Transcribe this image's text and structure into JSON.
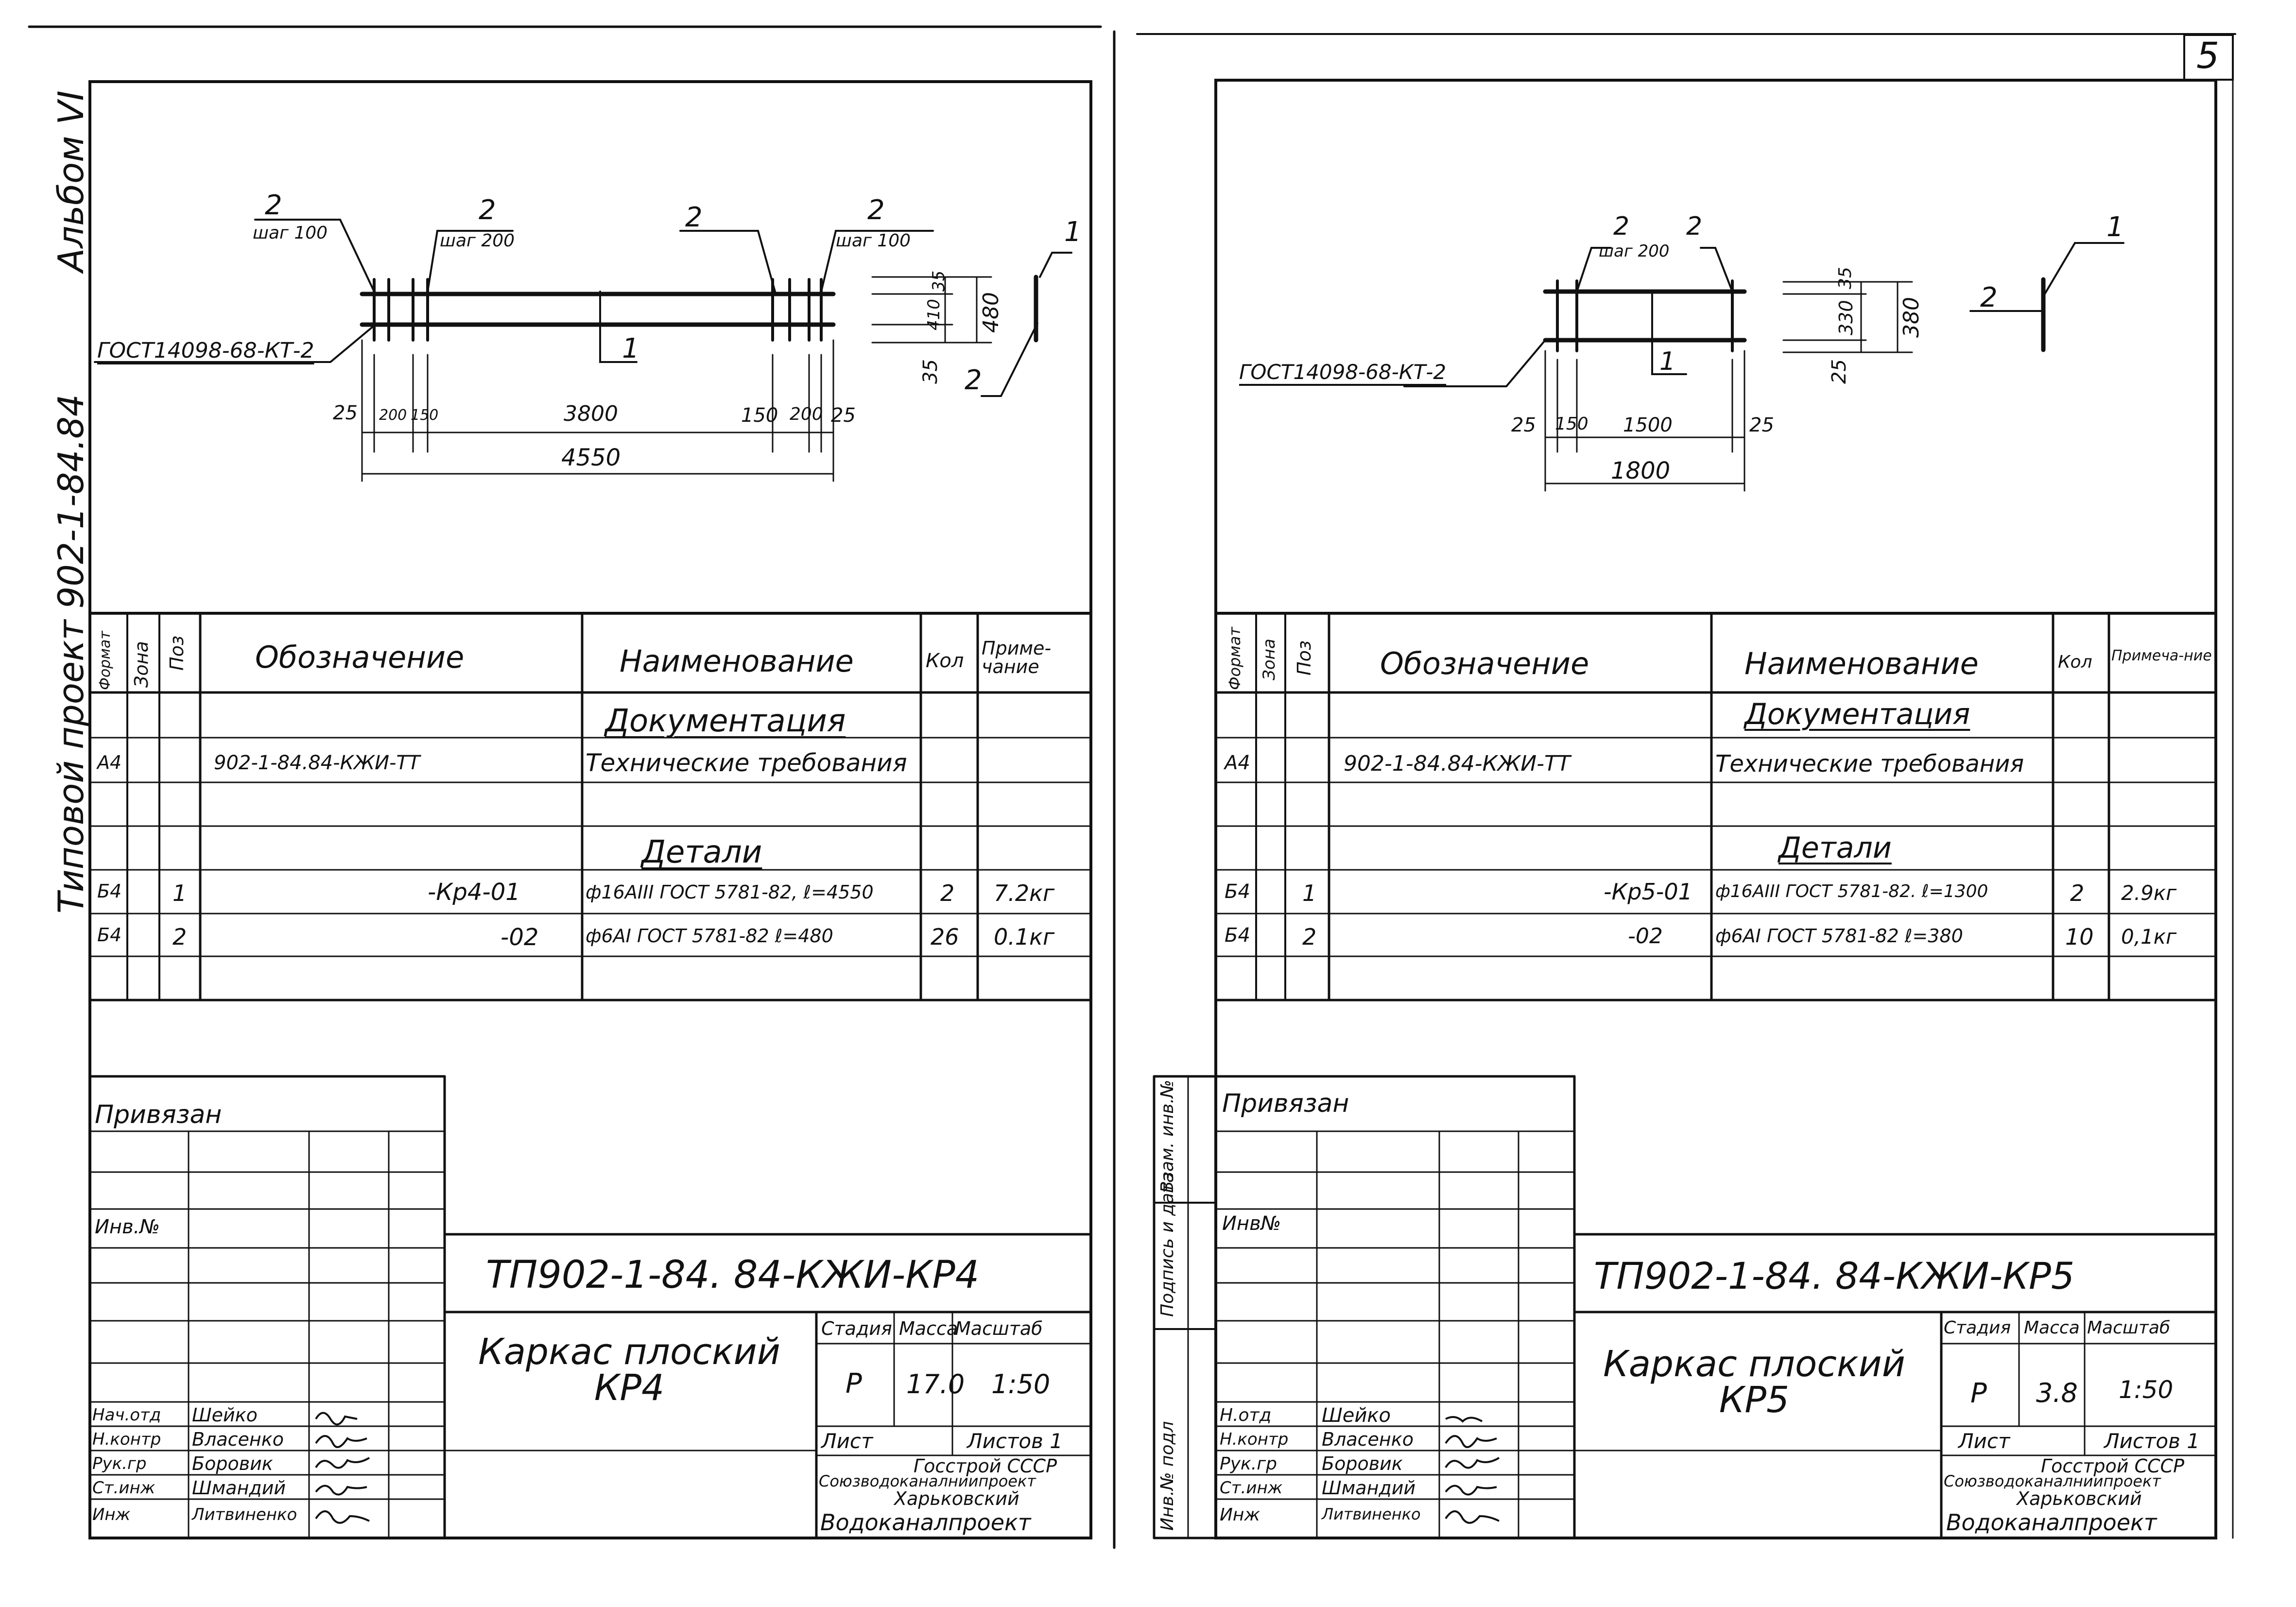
{
  "page_number": "5",
  "side_stamp": {
    "album": "Альбом VI",
    "project_label": "Типовой проект 902-1-84.84"
  },
  "side_stamp_right": [
    "Взам. инв.№",
    "Подпись и дата",
    "Инв.№ подл"
  ],
  "left_sheet": {
    "drawing": {
      "callout_labels": [
        "2",
        "2",
        "2",
        "2",
        "1",
        "1",
        "2"
      ],
      "pitch_labels": [
        "шаг 100",
        "шаг 200",
        "шаг 100"
      ],
      "gost": "ГОСТ14098-68-КТ-2",
      "bottom_dims": [
        "25",
        "200",
        "150",
        "3800",
        "150",
        "200",
        "25"
      ],
      "overall": "4550",
      "side_dims": [
        "35",
        "410",
        "480",
        "35"
      ]
    },
    "spec": {
      "headers": [
        "Формат",
        "Зона",
        "Поз",
        "Обозначение",
        "Наименование",
        "Кол",
        "Приме-чание"
      ],
      "section_docs": "Документация",
      "section_parts": "Детали",
      "rows": [
        {
          "format": "А4",
          "zone": "",
          "pos": "",
          "designation": "902-1-84.84-КЖИ-ТТ",
          "name": "Технические требования",
          "qty": "",
          "note": ""
        },
        {
          "format": "Б4",
          "zone": "",
          "pos": "1",
          "designation": "-Кр4-01",
          "name": "ф16АIII ГОСТ 5781-82, ℓ=4550",
          "qty": "2",
          "note": "7.2кг"
        },
        {
          "format": "Б4",
          "zone": "",
          "pos": "2",
          "designation": "-02",
          "name": "ф6АI ГОСТ 5781-82 ℓ=480",
          "qty": "26",
          "note": "0.1кг"
        }
      ]
    },
    "stamp": {
      "privyazan": "Привязан",
      "inv": "Инв.№",
      "code": "ТП902-1-84. 84-КЖИ-КР4",
      "title": "Каркас плоский КР4",
      "stage_h": "Стадия",
      "mass_h": "Масса",
      "scale_h": "Масштаб",
      "stage": "Р",
      "mass": "17.0",
      "scale": "1:50",
      "sheet": "Лист",
      "sheets": "Листов 1",
      "org": [
        "Госстрой СССР",
        "Союзводоканалниипроект",
        "Харьковский",
        "Водоканалпроект"
      ],
      "people": [
        {
          "role": "Нач.отд",
          "name": "Шейко"
        },
        {
          "role": "Н.контр",
          "name": "Власенко"
        },
        {
          "role": "Рук.гр",
          "name": "Боровик"
        },
        {
          "role": "Ст.инж",
          "name": "Шмандий"
        },
        {
          "role": "Инж",
          "name": "Литвиненко"
        }
      ]
    }
  },
  "right_sheet": {
    "drawing": {
      "callout_labels": [
        "2",
        "2",
        "1",
        "1",
        "2"
      ],
      "pitch_label": "шаг 200",
      "gost": "ГОСТ14098-68-КТ-2",
      "bottom_dims": [
        "25",
        "150",
        "1500",
        "25"
      ],
      "overall": "1800",
      "side_dims": [
        "35",
        "330",
        "380",
        "25"
      ]
    },
    "spec": {
      "headers": [
        "Формат",
        "Зона",
        "Поз",
        "Обозначение",
        "Наименование",
        "Кол",
        "Примеча-ние"
      ],
      "section_docs": "Документация",
      "section_parts": "Детали",
      "rows": [
        {
          "format": "А4",
          "zone": "",
          "pos": "",
          "designation": "902-1-84.84-КЖИ-ТТ",
          "name": "Технические требования",
          "qty": "",
          "note": ""
        },
        {
          "format": "Б4",
          "zone": "",
          "pos": "1",
          "designation": "-Кр5-01",
          "name": "ф16АIII ГОСТ 5781-82. ℓ=1300",
          "qty": "2",
          "note": "2.9кг"
        },
        {
          "format": "Б4",
          "zone": "",
          "pos": "2",
          "designation": "-02",
          "name": "ф6АI ГОСТ 5781-82 ℓ=380",
          "qty": "10",
          "note": "0,1кг"
        }
      ]
    },
    "stamp": {
      "privyazan": "Привязан",
      "inv": "Инв№",
      "code": "ТП902-1-84. 84-КЖИ-КР5",
      "title": "Каркас плоский КР5",
      "stage_h": "Стадия",
      "mass_h": "Масса",
      "scale_h": "Масштаб",
      "stage": "Р",
      "mass": "3.8",
      "scale": "1:50",
      "sheet": "Лист",
      "sheets": "Листов 1",
      "org": [
        "Госстрой СССР",
        "Союзводоканалниипроект",
        "Харьковский",
        "Водоканалпроект"
      ],
      "people": [
        {
          "role": "Н.отд",
          "name": "Шейко"
        },
        {
          "role": "Н.контр",
          "name": "Власенко"
        },
        {
          "role": "Рук.гр",
          "name": "Боровик"
        },
        {
          "role": "Ст.инж",
          "name": "Шмандий"
        },
        {
          "role": "Инж",
          "name": "Литвиненко"
        }
      ]
    }
  }
}
